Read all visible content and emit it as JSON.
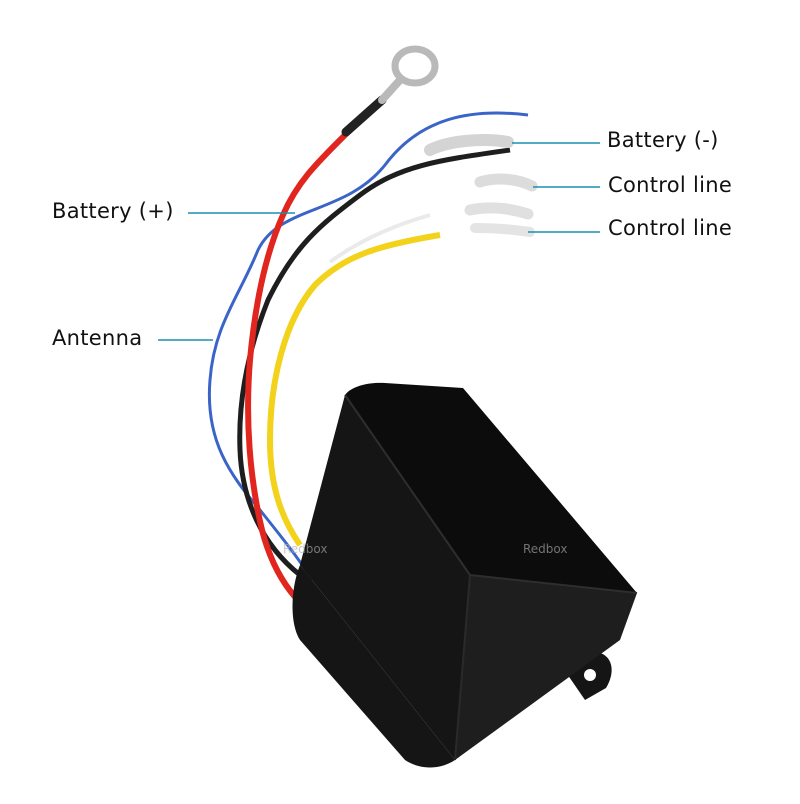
{
  "labels": {
    "battery_negative": "Battery (-)",
    "control_line_1": "Control line",
    "control_line_2": "Control line",
    "battery_positive": "Battery (+)",
    "antenna": "Antenna"
  },
  "watermark": "Redbox",
  "colors": {
    "leader_line": "#1a8fb0",
    "red_wire": "#e0261f",
    "blue_wire": "#3a64c8",
    "black_wire": "#1e1e1e",
    "yellow_wire": "#f2d21a",
    "white_wire": "#eaeaea",
    "box_body": "#151515",
    "box_top": "#0c0c0c",
    "box_side": "#1e1e1e"
  },
  "icons": [
    "ring-terminal-icon",
    "control-box-icon"
  ]
}
